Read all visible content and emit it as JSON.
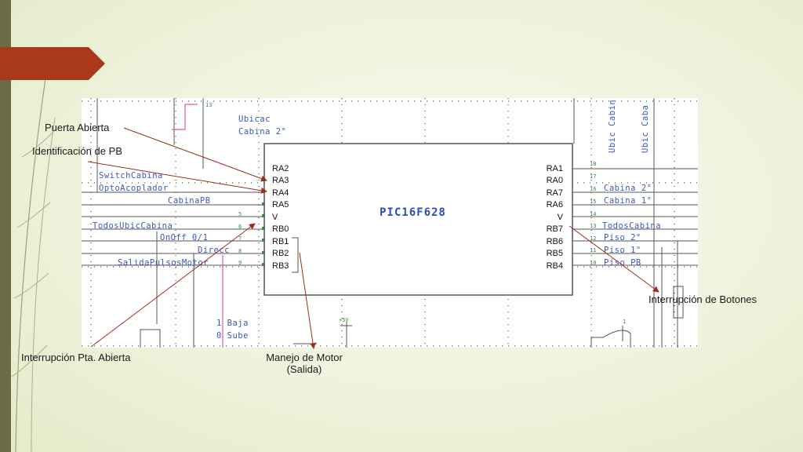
{
  "chip": {
    "name": "PIC16F628",
    "left_pins": [
      "RA2",
      "RA3",
      "RA4",
      "RA5",
      "V",
      "RB0",
      "RB1",
      "RB2",
      "RB3"
    ],
    "right_pins": [
      "RA1",
      "RA0",
      "RA7",
      "RA6",
      "V",
      "RB7",
      "RB6",
      "RB5",
      "RB4"
    ]
  },
  "nets_left": [
    "SwitchCabina",
    "OptoAcoplador",
    "CabinaPB",
    "TodosUbicCabina",
    "OnOff 0/1",
    "Direcc",
    "SalidaPulsosMotor"
  ],
  "nets_right": [
    "Cabina 2°",
    "Cabina 1°",
    "TodosCabina",
    "Piso 2°",
    "Piso 1°",
    "Piso PB"
  ],
  "pin_numbers_left": [
    "",
    "",
    "",
    "",
    "5",
    "6",
    "7",
    "8",
    "9"
  ],
  "pin_numbers_right": [
    "18",
    "17",
    "",
    "16",
    "15",
    "14",
    "13",
    "12",
    "11",
    "10"
  ],
  "top_labels": {
    "ubicac": "Ubicac",
    "cabina2": "Cabina 2°",
    "vertical1": "Ubic Cabin",
    "vertical2": "Ubic Caba",
    "num13": "13"
  },
  "bottom_labels": {
    "baja": "1 Baja",
    "sube": "0 Sube",
    "plus5v": "+5V",
    "num1": "1"
  },
  "callouts": {
    "puerta_abierta": "Puerta Abierta",
    "identificacion_pb": "Identificación de PB",
    "interrupcion_botones": "Interrupción de Botones",
    "interrupcion_pta": "Interrupción Pta. Abierta",
    "manejo_motor_1": "Manejo de Motor",
    "manejo_motor_2": "(Salida)"
  },
  "colors": {
    "accent": "#a83a1a",
    "leader": "#9b2f1e",
    "chip_label": "#2b4db5",
    "wire": "#555555"
  }
}
